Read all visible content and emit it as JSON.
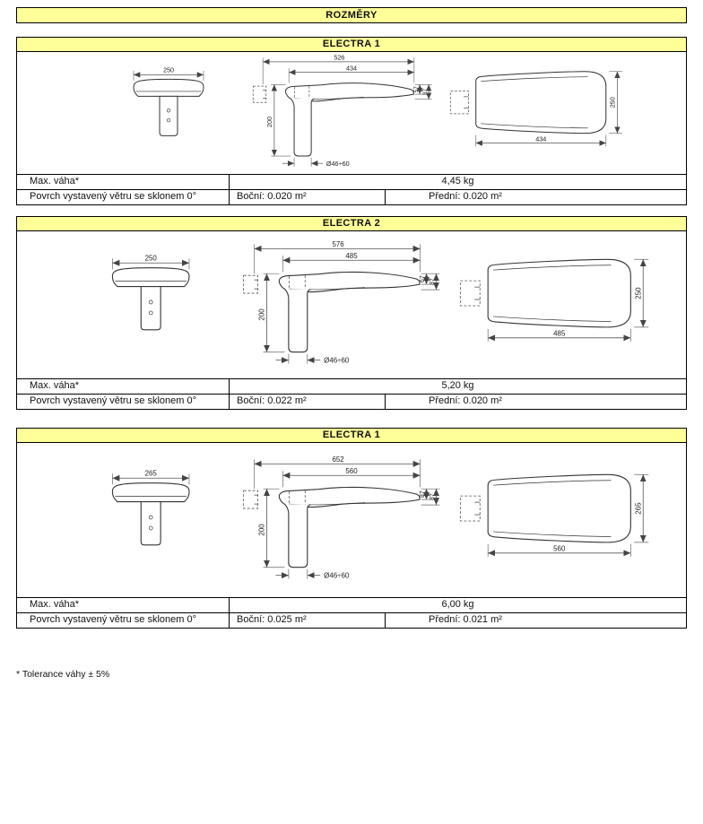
{
  "page": {
    "title": "ROZMĚRY",
    "footnote": "* Tolerance váhy ± 5%"
  },
  "colors": {
    "header_bg": "#ffff99",
    "border": "#000000"
  },
  "labels": {
    "max_weight": "Max. váha*",
    "wind_surface": "Povrch vystavený větru se sklonem 0°"
  },
  "sections": [
    {
      "title": "ELECTRA 1",
      "weight": "4,45 kg",
      "side_area": "Boční: 0.020 m²",
      "front_area": "Přední: 0.020 m²",
      "dims": {
        "front_width": "250",
        "overall_length": "526",
        "body_length": "434",
        "height": "200",
        "rear_height": "57",
        "max_height": "87",
        "pole_diameter": "Ø46÷60",
        "top_width": "250",
        "top_length": "434"
      }
    },
    {
      "title": "ELECTRA 2",
      "weight": "5,20 kg",
      "side_area": "Boční: 0.022 m²",
      "front_area": "Přední: 0.020 m²",
      "dims": {
        "front_width": "250",
        "overall_length": "576",
        "body_length": "485",
        "height": "200",
        "rear_height": "67",
        "max_height": "87",
        "pole_diameter": "Ø46÷60",
        "top_width": "250",
        "top_length": "485"
      }
    },
    {
      "title": "ELECTRA 1",
      "weight": "6,00 kg",
      "side_area": "Boční: 0.025 m²",
      "front_area": "Přední: 0.021 m²",
      "dims": {
        "front_width": "265",
        "overall_length": "652",
        "body_length": "560",
        "height": "200",
        "rear_height": "87",
        "max_height": "87",
        "pole_diameter": "Ø46÷60",
        "top_width": "265",
        "top_length": "560"
      }
    }
  ]
}
